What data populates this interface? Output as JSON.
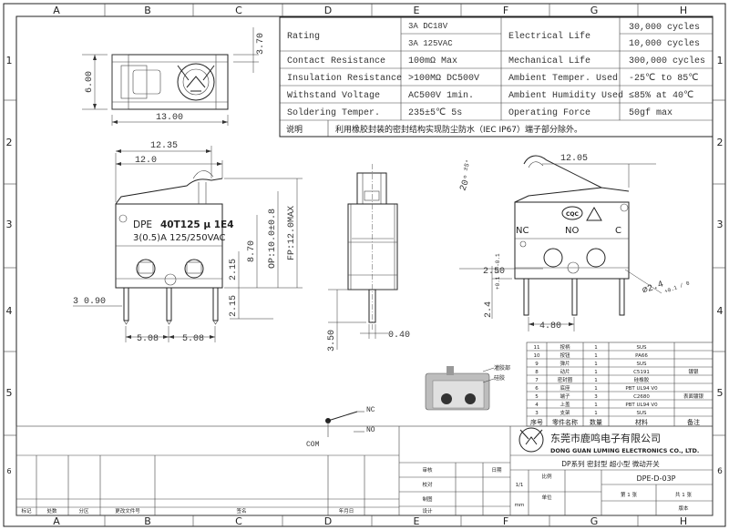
{
  "frame": {
    "columns": [
      "A",
      "B",
      "C",
      "D",
      "E",
      "F",
      "G",
      "H"
    ],
    "rows": [
      "1",
      "2",
      "3",
      "4",
      "5",
      "6"
    ]
  },
  "spec_table": {
    "rows": [
      {
        "label": "Rating",
        "value": "3A  DC18V",
        "value2": "3A  125VAC",
        "label2": "Electrical Life",
        "value3": "30,000 cycles",
        "value4": "10,000 cycles"
      },
      {
        "label": "Contact Resistance",
        "value": "100mΩ Max",
        "label2": "Mechanical Life",
        "value3": "300,000 cycles"
      },
      {
        "label": "Insulation Resistance",
        "value": ">100MΩ  DC500V",
        "label2": "Ambient Temper. Used",
        "value3": "-25℃ to 85℃"
      },
      {
        "label": "Withstand Voltage",
        "value": "AC500V  1min.",
        "label2": "Ambient Humidity Used",
        "value3": "≤85% at 40℃"
      },
      {
        "label": "Soldering Temper.",
        "value": "235±5℃ 5s",
        "label2": "Operating Force",
        "value3": "50gf max"
      }
    ],
    "note_label": "说明",
    "note_text": "利用橡胶封装的密封结构实现防尘防水（IEC IP67）端子部分除外。"
  },
  "top_view": {
    "dim_width": "13.00",
    "dim_height": "6.00",
    "dim_depth": "3.70"
  },
  "front_view": {
    "dim_lever_total": "12.35",
    "dim_body_width": "12.0",
    "dim_op": "OP:10.0±0.8",
    "dim_fp": "FP:12.0MAX",
    "dim_870": "8.70",
    "dim_215a": "2.15",
    "dim_215b": "2.15",
    "dim_090": "3 0.90",
    "dim_508a": "5.08",
    "dim_508b": "5.08",
    "marking_line1": "DPE",
    "marking_bold": "40T125  μ 1E4",
    "marking_line2": "3(0.5)A 125/250VAC"
  },
  "side_view": {
    "dim_350": "3.50",
    "dim_040": "0.40"
  },
  "right_view": {
    "dim_1205": "12.05",
    "dim_angle": "20°",
    "dim_angle_tol": "±5°",
    "dim_250": "2.50",
    "dim_24": "2.4",
    "dim_24_tol": "+0.1 / -0.1",
    "dim_phi": "⌀2.4",
    "dim_phi_tol": "+0.1 / 0",
    "dim_480": "4.80",
    "terminal_nc": "NC",
    "terminal_no": "NO",
    "terminal_c": "C",
    "cqc_mark": "CQC"
  },
  "circuit": {
    "nc": "NC",
    "no": "NO",
    "com": "COM"
  },
  "bom": {
    "headers": [
      "序号",
      "零件名称",
      "数量",
      "材料",
      "备注"
    ],
    "rows": [
      {
        "no": "11",
        "name": "按柄",
        "qty": "1",
        "mat": "SUS",
        "note": ""
      },
      {
        "no": "10",
        "name": "按钮",
        "qty": "1",
        "mat": "PA66",
        "note": ""
      },
      {
        "no": "9",
        "name": "弹片",
        "qty": "1",
        "mat": "SUS",
        "note": ""
      },
      {
        "no": "8",
        "name": "动片",
        "qty": "1",
        "mat": "C5191",
        "note": "镀银"
      },
      {
        "no": "7",
        "name": "密封圈",
        "qty": "1",
        "mat": "硅橡胶",
        "note": ""
      },
      {
        "no": "6",
        "name": "底座",
        "qty": "1",
        "mat": "PBT  UL94 V0",
        "note": ""
      },
      {
        "no": "5",
        "name": "端子",
        "qty": "3",
        "mat": "C2680",
        "note": "表面镀银"
      },
      {
        "no": "4",
        "name": "上盖",
        "qty": "1",
        "mat": "PBT  UL94 V0",
        "note": ""
      },
      {
        "no": "3",
        "name": "支架",
        "qty": "1",
        "mat": "SUS",
        "note": ""
      }
    ]
  },
  "inset_labels": {
    "label1": "灌胶部",
    "label2": "硅胶"
  },
  "title_block": {
    "company_cn": "东莞市鹿鸣电子有限公司",
    "company_en": "DONG GUAN LUMING ELECTRONICS CO., LTD.",
    "product": "DP系列 密封型 超小型 微动开关",
    "drawing_no": "DPE-D-03P",
    "scale_label": "比例",
    "scale_value": "1/1",
    "unit_label": "单位",
    "unit_value": "mm",
    "sheet_label": "第 1 张",
    "sheet_total": "共 1 张",
    "approve": "审核",
    "check": "校对",
    "draw": "制图",
    "design": "设计",
    "date": "日期",
    "rev_label": "版本"
  },
  "revision_block": {
    "headers": [
      "标记",
      "处数",
      "分区",
      "更改文件号",
      "签名",
      "年月日"
    ]
  }
}
